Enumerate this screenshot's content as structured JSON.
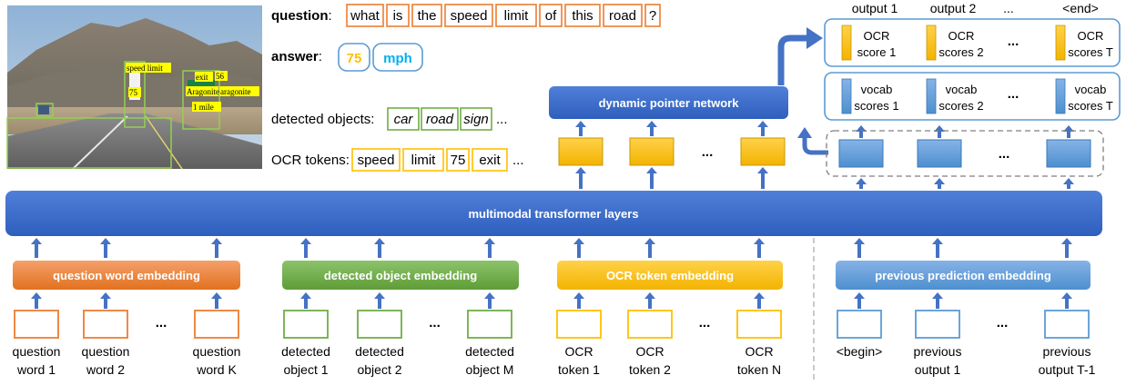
{
  "question": {
    "label": "question",
    "tokens": [
      "what",
      "is",
      "the",
      "speed",
      "limit",
      "of",
      "this",
      "road",
      "?"
    ]
  },
  "answer": {
    "label": "answer",
    "tokens": [
      "75",
      "mph"
    ]
  },
  "detected_objects": {
    "label": "detected objects:",
    "tokens": [
      "car",
      "road",
      "sign"
    ],
    "more": "..."
  },
  "ocr_tokens": {
    "label": "OCR tokens:",
    "tokens": [
      "speed",
      "limit",
      "75",
      "exit"
    ],
    "more": "..."
  },
  "photo": {
    "detections": [
      "speed limit",
      "75",
      "exit",
      "56",
      "Aragonite",
      "aragonite",
      "1 mile"
    ]
  },
  "pointer_network_label": "dynamic pointer network",
  "transformer_label": "multimodal transformer layers",
  "embeddings": {
    "question": "question word embedding",
    "object": "detected object embedding",
    "ocr": "OCR token embedding",
    "previous": "previous prediction embedding"
  },
  "inputs": {
    "question": [
      {
        "line1": "question",
        "line2": "word 1"
      },
      {
        "line1": "question",
        "line2": "word 2"
      },
      {
        "line1": "question",
        "line2": "word K"
      }
    ],
    "object": [
      {
        "line1": "detected",
        "line2": "object 1"
      },
      {
        "line1": "detected",
        "line2": "object 2"
      },
      {
        "line1": "detected",
        "line2": "object M"
      }
    ],
    "ocr": [
      {
        "line1": "OCR",
        "line2": "token 1"
      },
      {
        "line1": "OCR",
        "line2": "token 2"
      },
      {
        "line1": "OCR",
        "line2": "token N"
      }
    ],
    "previous": [
      {
        "line1": "<begin>",
        "line2": ""
      },
      {
        "line1": "previous",
        "line2": "output 1"
      },
      {
        "line1": "previous",
        "line2": "output T-1"
      }
    ]
  },
  "ellipsis": "...",
  "outputs": {
    "headers": [
      "output 1",
      "output 2",
      "...",
      "<end>"
    ],
    "ocr_scores": [
      {
        "line1": "OCR",
        "line2": "score 1"
      },
      {
        "line1": "OCR",
        "line2": "scores 2"
      },
      {
        "line1": "OCR",
        "line2": "scores T"
      }
    ],
    "vocab_scores": [
      {
        "line1": "vocab",
        "line2": "scores 1"
      },
      {
        "line1": "vocab",
        "line2": "scores 2"
      },
      {
        "line1": "vocab",
        "line2": "scores T"
      }
    ]
  },
  "colors": {
    "orange": "#ed7d31",
    "green": "#70ad47",
    "yellow": "#ffc000",
    "blue": "#4472c4",
    "lightblue": "#5b9bd5",
    "mph": "#00b0f0"
  }
}
